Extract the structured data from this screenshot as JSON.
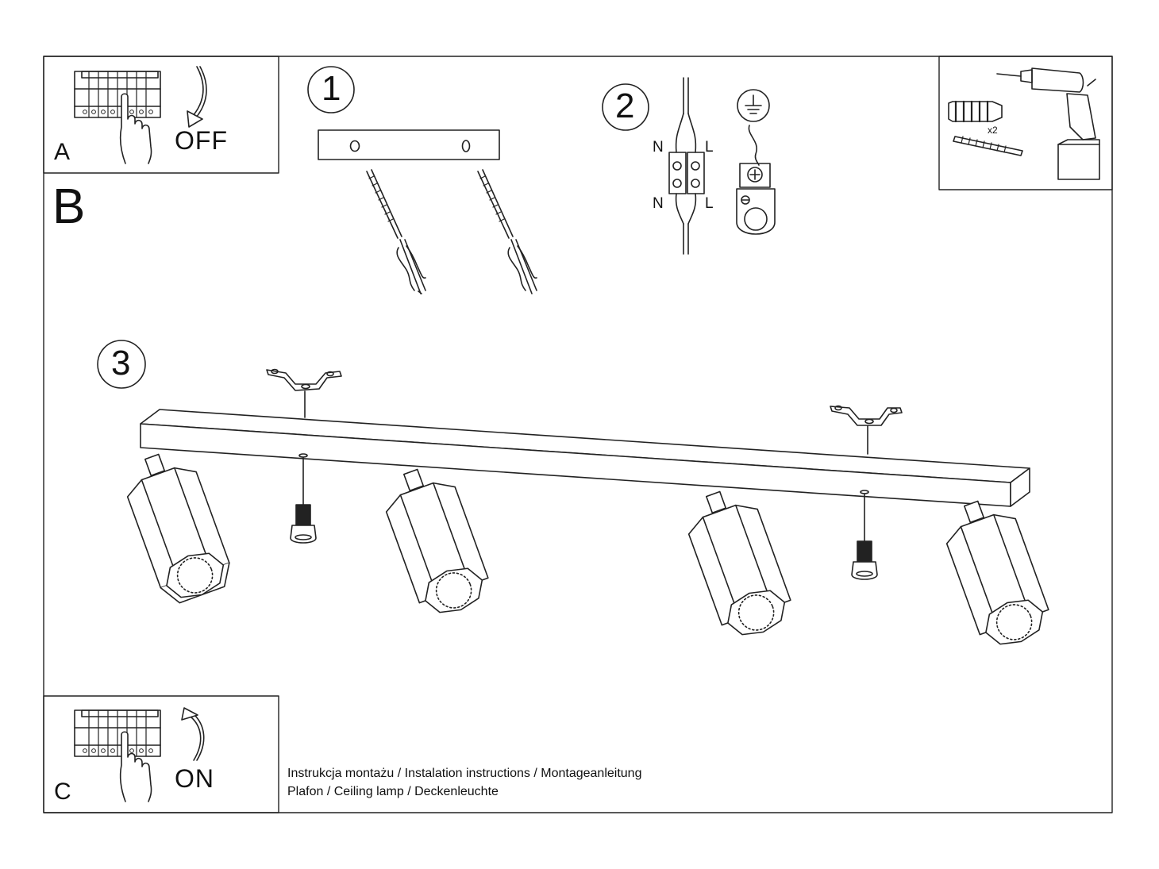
{
  "panels": {
    "a": {
      "letter": "A",
      "state": "OFF"
    },
    "b": {
      "letter": "B"
    },
    "c": {
      "letter": "C",
      "state": "ON"
    }
  },
  "steps": {
    "one": "1",
    "two": "2",
    "three": "3"
  },
  "wiring": {
    "n_top": "N",
    "l_top": "L",
    "n_bottom": "N",
    "l_bottom": "L"
  },
  "tools": {
    "quantity": "x2"
  },
  "footer": {
    "line1": "Instrukcja montażu / Instalation instructions / Montageanleitung",
    "line2": "Plafon / Ceiling lamp / Deckenleuchte"
  }
}
